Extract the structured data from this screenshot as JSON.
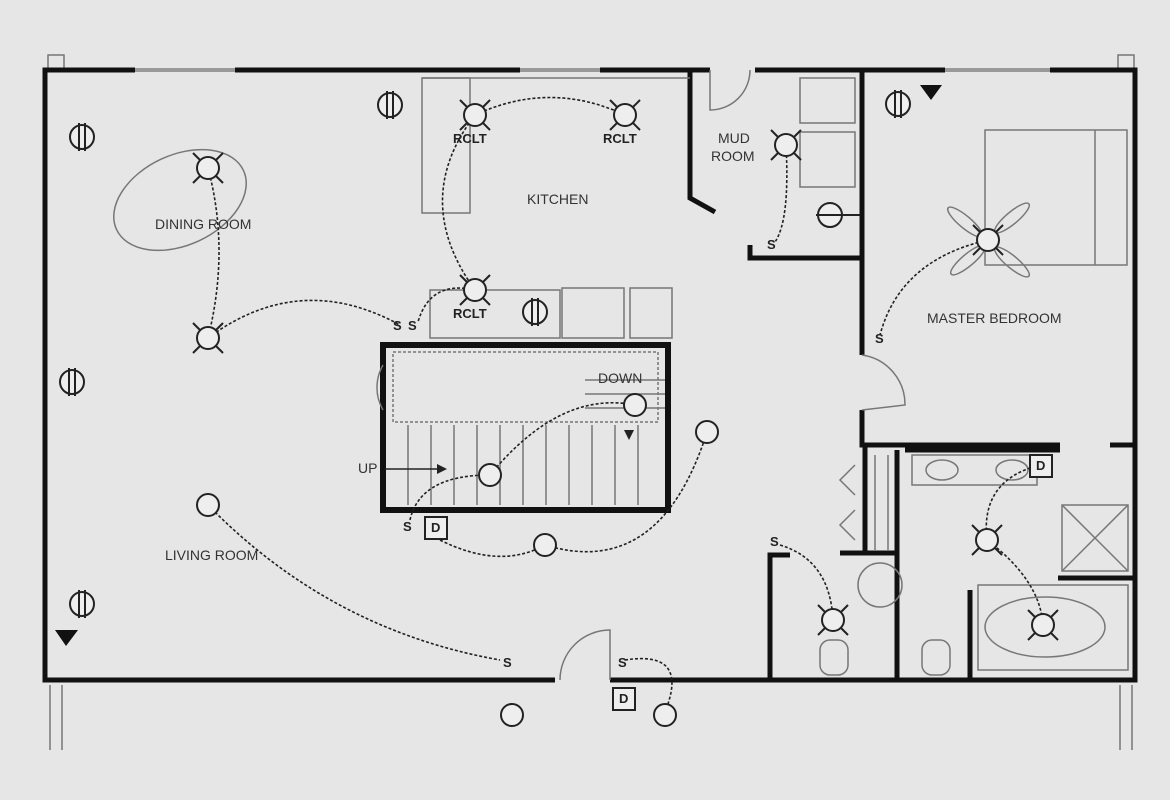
{
  "title": "Electrical floor plan",
  "rooms": {
    "dining": "DINING ROOM",
    "kitchen": "KITCHEN",
    "mud1": "MUD",
    "mud2": "ROOM",
    "master": "MASTER BEDROOM",
    "living": "LIVING ROOM"
  },
  "symbols": {
    "receptacle": "RCLT",
    "switch": "S",
    "doorbell": "D",
    "stairs_down": "DOWN",
    "stairs_up": "UP"
  },
  "colors": {
    "wall": "#111111",
    "background": "#e6e6e6",
    "fixture_outline": "#777777"
  }
}
